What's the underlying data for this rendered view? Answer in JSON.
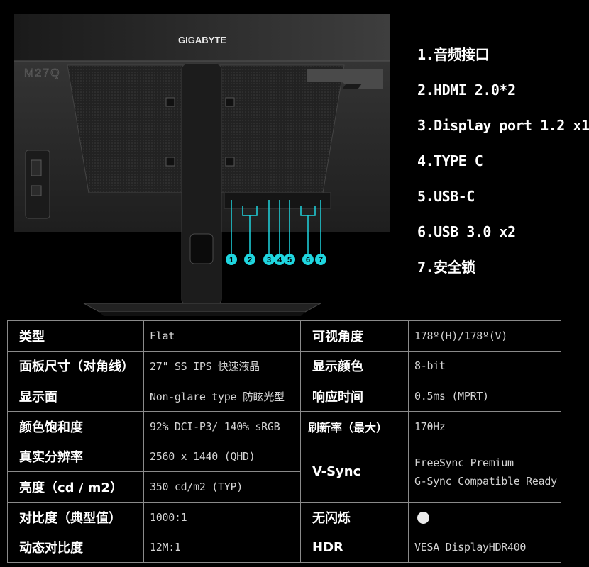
{
  "product": {
    "brand": "GIGABYTE",
    "model": "M27Q",
    "callout_numbers": [
      "1",
      "2",
      "3",
      "4",
      "5",
      "6",
      "7"
    ]
  },
  "ports": [
    "1.音频接口",
    "2.HDMI 2.0*2",
    "3.Display port 1.2 x1",
    "4.TYPE C",
    "5.USB-C",
    "6.USB 3.0 x2",
    "7.安全锁"
  ],
  "specs": {
    "type_label": "类型",
    "type_value": "Flat",
    "viewing_label": "可视角度",
    "viewing_value": "178º(H)/178º(V)",
    "panel_label": "面板尺寸（对角线）",
    "panel_value": "27\" SS IPS 快速液晶",
    "color_label": "显示颜色",
    "color_value": "8-bit",
    "surface_label": "显示面",
    "surface_value": "Non-glare type 防眩光型",
    "response_label": "响应时间",
    "response_value": "0.5ms (MPRT)",
    "gamut_label": "颜色饱和度",
    "gamut_value": "92% DCI-P3/ 140% sRGB",
    "refresh_label": "刷新率（最大）",
    "refresh_value": "170Hz",
    "resolution_label": "真实分辨率",
    "resolution_value": "2560 x 1440 (QHD)",
    "vsync_label": "V-Sync",
    "vsync_value_1": "FreeSync Premium",
    "vsync_value_2": "G-Sync Compatible Ready",
    "brightness_label": "亮度（cd / m2）",
    "brightness_value": "350 cd/m2 (TYP)",
    "contrast_label": "对比度（典型值）",
    "contrast_value": "1000:1",
    "flicker_label": "无闪烁",
    "dcr_label": "动态对比度",
    "dcr_value": "12M:1",
    "hdr_label": "HDR",
    "hdr_value": "VESA DisplayHDR400"
  },
  "colors": {
    "background": "#000000",
    "callout_accent": "#1fd6e0",
    "table_border": "#8a8a8a",
    "value_text": "#d4d4d4"
  },
  "icons": {
    "flicker_free": "filled-circle-icon"
  }
}
